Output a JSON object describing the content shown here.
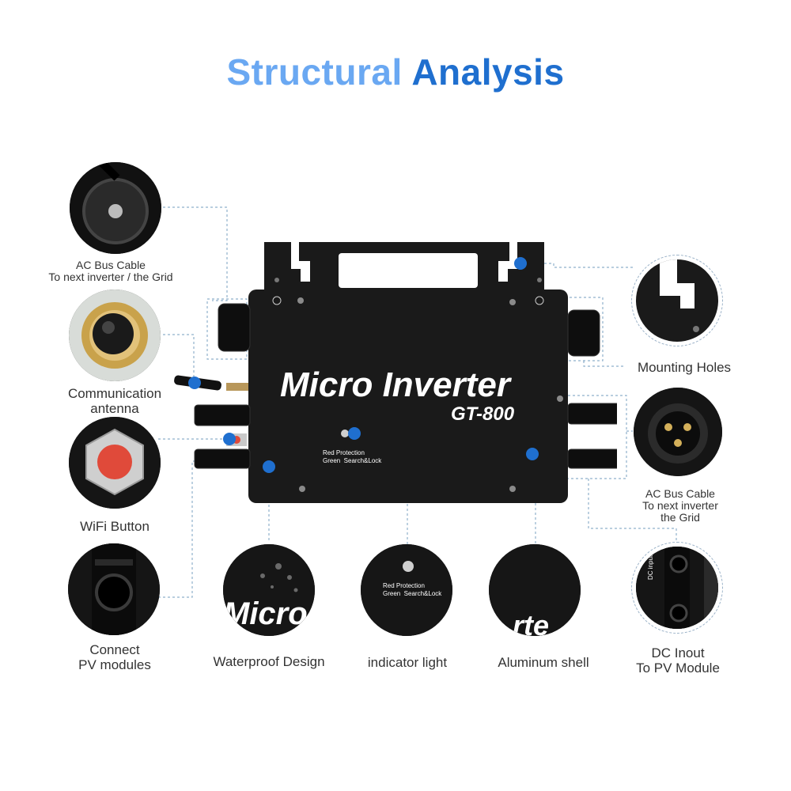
{
  "title": {
    "word1": "Structural",
    "word2": "Analysis"
  },
  "device": {
    "name": "Micro Inverter",
    "model": "GT-800",
    "indicator_line1": "Red Protection",
    "indicator_line2": "Green  Search&Lock"
  },
  "callouts": {
    "ac_bus_left": {
      "line1": "AC Bus Cable",
      "line2": "To next inverter / the Grid"
    },
    "antenna": {
      "line1": "Communication",
      "line2": "antenna"
    },
    "wifi": {
      "line1": "WiFi Button"
    },
    "pv": {
      "line1": "Connect",
      "line2": "PV modules"
    },
    "waterproof": {
      "line1": "Waterproof Design",
      "zoom_text": "Micro"
    },
    "indicator": {
      "line1": "indicator light",
      "zoom_line1": "Red Protection",
      "zoom_line2": "Green  Search&Lock"
    },
    "aluminum": {
      "line1": "Aluminum shell",
      "zoom_text": "rte"
    },
    "dc_input": {
      "line1": "DC Inout",
      "line2": "To PV Module",
      "zoom_text": "DC input"
    },
    "mounting": {
      "line1": "Mounting Holes"
    },
    "ac_bus_right": {
      "line1": "AC Bus Cable",
      "line2": "To next inverter",
      "line3": "the Grid"
    }
  },
  "colors": {
    "title_light": "#6aa8f2",
    "title_dark": "#1f6fcf",
    "marker_dot": "#1f6fcf",
    "leader_line": "#8fb0cc",
    "device_body": "#1a1a1a",
    "wifi_button": "#e04a3a"
  }
}
